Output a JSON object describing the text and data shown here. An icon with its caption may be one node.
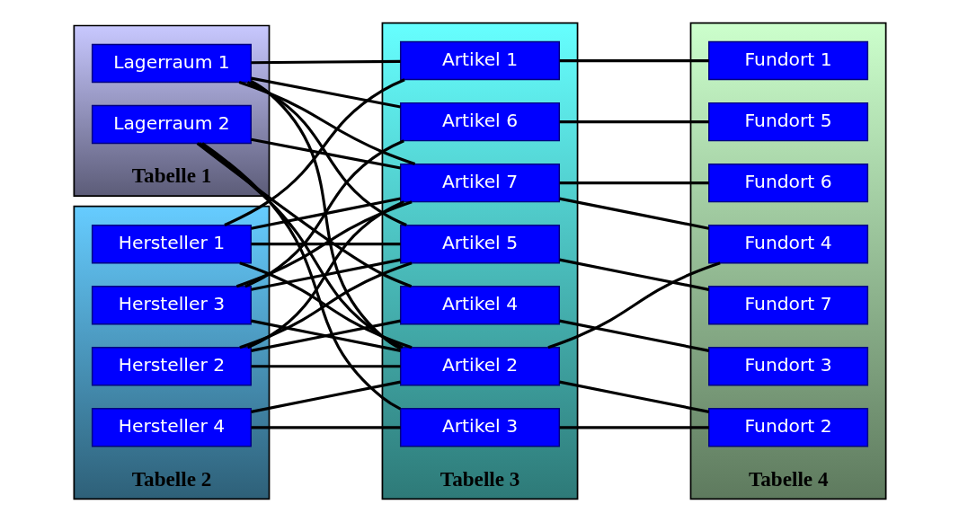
{
  "diagram": {
    "nodes": [
      {
        "text": [
          "Tabelle 1"
        ]
      },
      {
        "text": [
          "Lagerraum 1"
        ],
        "in": 0
      },
      {
        "text": [
          "Lagerraum 2"
        ],
        "in": 0
      },
      {
        "text": [
          "Tabelle 2"
        ]
      },
      {
        "text": [
          "Hersteller 1"
        ],
        "in": 3
      },
      {
        "text": [
          "Hersteller 2"
        ],
        "in": 3
      },
      {
        "text": [
          "Hersteller 3"
        ],
        "in": 3
      },
      {
        "text": [
          "Hersteller 4"
        ],
        "in": 3
      },
      {
        "text": [
          "Tabelle 3"
        ]
      },
      {
        "text": [
          "Artikel 1"
        ],
        "in": 8
      },
      {
        "text": [
          "Artikel 2"
        ],
        "in": 8
      },
      {
        "text": [
          "Artikel 3"
        ],
        "in": 8
      },
      {
        "text": [
          "Artikel 4"
        ],
        "in": 8
      },
      {
        "text": [
          "Artikel 5"
        ],
        "in": 8
      },
      {
        "text": [
          "Artikel 6"
        ],
        "in": 8
      },
      {
        "text": [
          "Artikel 7"
        ],
        "in": 8
      },
      {
        "text": [
          "Tabelle 4"
        ]
      },
      {
        "text": [
          "Fundort 1"
        ],
        "in": 16
      },
      {
        "text": [
          "Fundort 2"
        ],
        "in": 16
      },
      {
        "text": [
          "Fundort 3"
        ],
        "in": 16
      },
      {
        "text": [
          "Fundort 4"
        ],
        "in": 16
      },
      {
        "text": [
          "Fundort 5"
        ],
        "in": 16
      },
      {
        "text": [
          "Fundort 6"
        ],
        "in": 16
      },
      {
        "text": [
          "Fundort 7"
        ],
        "in": 16
      }
    ],
    "edges": [
      {
        "from": 1,
        "to": 9,
        "arrow": "none"
      },
      {
        "from": 1,
        "to": 10,
        "arrow": "none"
      },
      {
        "from": 1,
        "to": 13,
        "arrow": "none"
      },
      {
        "from": 1,
        "to": 14,
        "arrow": "none"
      },
      {
        "from": 1,
        "to": 15,
        "arrow": "none"
      },
      {
        "from": 2,
        "to": 10,
        "arrow": "none"
      },
      {
        "from": 2,
        "to": 11,
        "arrow": "none"
      },
      {
        "from": 2,
        "to": 12,
        "arrow": "none"
      },
      {
        "from": 2,
        "to": 15,
        "arrow": "none"
      },
      {
        "from": 4,
        "to": 9,
        "arrow": "none"
      },
      {
        "from": 4,
        "to": 10,
        "arrow": "none"
      },
      {
        "from": 4,
        "to": 13,
        "arrow": "none"
      },
      {
        "from": 4,
        "to": 15,
        "arrow": "none"
      },
      {
        "from": 5,
        "to": 10,
        "arrow": "none"
      },
      {
        "from": 5,
        "to": 12,
        "arrow": "none"
      },
      {
        "from": 5,
        "to": 13,
        "arrow": "none"
      },
      {
        "from": 5,
        "to": 15,
        "arrow": "none"
      },
      {
        "from": 6,
        "to": 10,
        "arrow": "none"
      },
      {
        "from": 6,
        "to": 13,
        "arrow": "none"
      },
      {
        "from": 6,
        "to": 14,
        "arrow": "none"
      },
      {
        "from": 6,
        "to": 15,
        "arrow": "none"
      },
      {
        "from": 7,
        "to": 10,
        "arrow": "none"
      },
      {
        "from": 7,
        "to": 11,
        "arrow": "none"
      },
      {
        "from": 9,
        "to": 17,
        "arrow": "none"
      },
      {
        "from": 10,
        "to": 18,
        "arrow": "none"
      },
      {
        "from": 10,
        "to": 20,
        "arrow": "none"
      },
      {
        "from": 11,
        "to": 18,
        "arrow": "none"
      },
      {
        "from": 12,
        "to": 19,
        "arrow": "none"
      },
      {
        "from": 13,
        "to": 23,
        "arrow": "none"
      },
      {
        "from": 14,
        "to": 21,
        "arrow": "none"
      },
      {
        "from": 15,
        "to": 20,
        "arrow": "none"
      },
      {
        "from": 15,
        "to": 22,
        "arrow": "none"
      }
    ]
  }
}
